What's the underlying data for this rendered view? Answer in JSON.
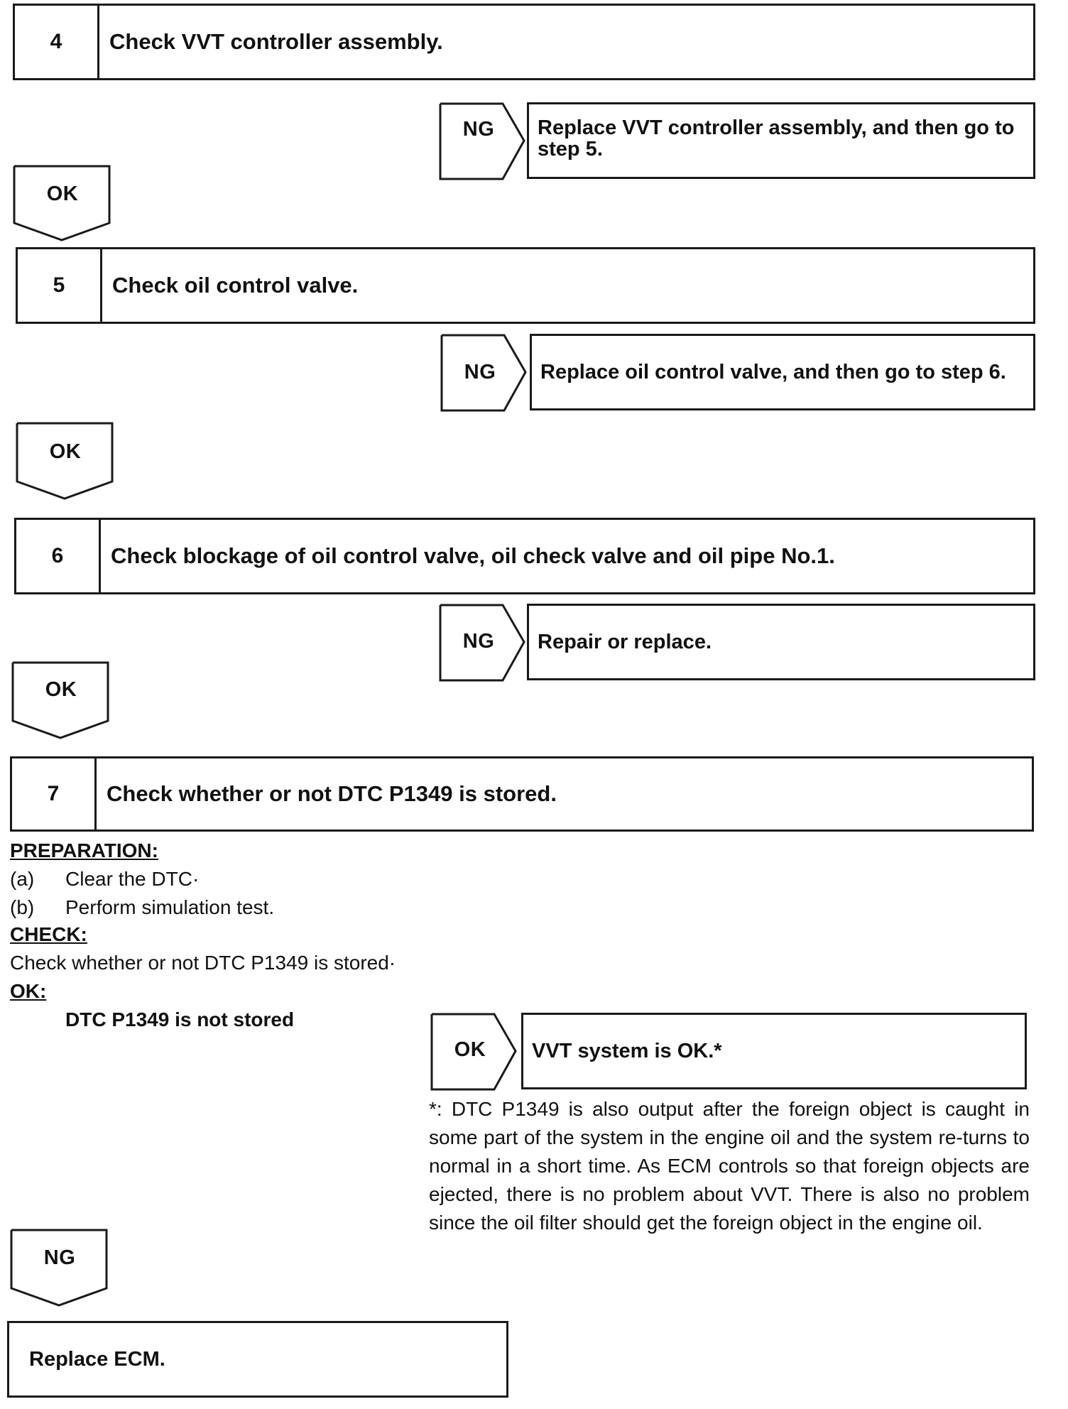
{
  "steps": [
    {
      "num": "4",
      "title": "Check VVT controller assembly.",
      "ng_label": "NG",
      "ng_action": "Replace VVT controller assembly, and then go to step 5.",
      "ok_label": "OK"
    },
    {
      "num": "5",
      "title": "Check oil control valve.",
      "ng_label": "NG",
      "ng_action": "Replace oil control valve, and then go to step 6.",
      "ok_label": "OK"
    },
    {
      "num": "6",
      "title": "Check blockage of oil control valve, oil check valve and oil pipe No.1.",
      "ng_label": "NG",
      "ng_action": "Repair or replace.",
      "ok_label": "OK"
    },
    {
      "num": "7",
      "title": "Check whether or not DTC P1349 is stored."
    }
  ],
  "step7": {
    "preparation_heading": "PREPARATION:",
    "prep_items": [
      {
        "marker": "(a)",
        "text": "Clear the DTC·"
      },
      {
        "marker": "(b)",
        "text": "Perform simulation test."
      }
    ],
    "check_heading": "CHECK:",
    "check_text": "Check whether or not DTC P1349 is stored·",
    "ok_heading": "OK:",
    "ok_criteria": "DTC P1349 is not stored",
    "ok_label": "OK",
    "ok_result": "VVT system is OK.*",
    "footnote": "*: DTC P1349 is also output after the foreign object is caught in some part of the system in the engine oil and the system re-turns to normal in a short time. As ECM controls so that foreign objects are ejected, there is no problem about VVT. There is also no problem since the oil filter should get the foreign object in the engine oil.",
    "ng_label": "NG",
    "final_action": "Replace ECM."
  }
}
